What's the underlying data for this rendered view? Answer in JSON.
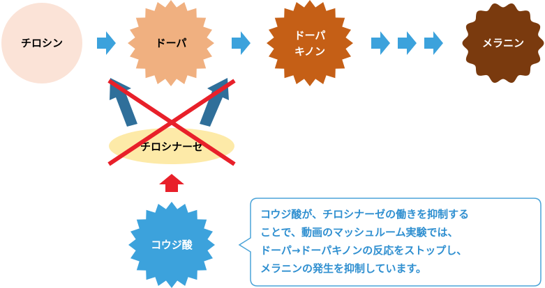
{
  "nodes": {
    "tyrosine": "チロシン",
    "dopa": "ドーパ",
    "dopaquinone": [
      "ドーパ",
      "キノン"
    ],
    "melanin": "メラニン",
    "tyrosinase": "チロシナーゼ",
    "kojic_acid": "コウジ酸"
  },
  "callout": {
    "lines": [
      "コウジ酸が、チロシナーゼの働きを抑制する",
      "ことで、動画のマッシュルーム実験では、",
      "ドーパ→ドーパキノンの反応をストップし、",
      "メラニンの発生を抑制しています。"
    ]
  },
  "colors": {
    "tyrosine_fill": "#fbe3d7",
    "dopa_fill": "#f0b080",
    "dopaquinone_fill": "#c55f16",
    "melanin_fill": "#7a3a0e",
    "tyrosinase_fill": "#fdeaa8",
    "kojic_fill": "#3ca2dc",
    "flow_arrow": "#3ca2dc",
    "enzyme_arrow": "#2f6f9a",
    "cross": "#e8202a",
    "inhibit_arrow": "#e8202a",
    "callout_border": "#4aa3d8",
    "callout_text": "#2f8fd0"
  }
}
